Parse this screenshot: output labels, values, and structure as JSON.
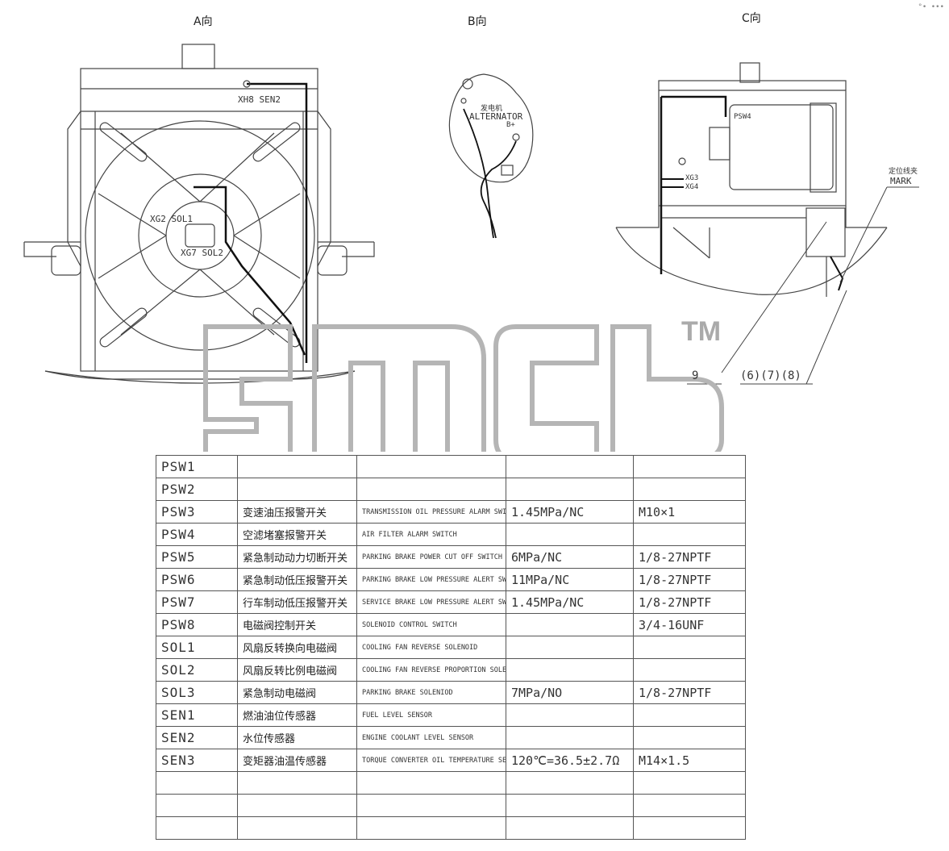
{
  "corner_mark": "°• •••",
  "views": {
    "a": {
      "title": "A向",
      "labels": {
        "xh8": "XH8 SEN2",
        "xg2": "XG2 SOL1",
        "xg7": "XG7 SOL2"
      }
    },
    "b": {
      "title": "B向",
      "labels": {
        "cn": "发电机",
        "en": "ALTERNATOR",
        "bplus": "B+"
      }
    },
    "c": {
      "title": "C向",
      "labels": {
        "psw4": "PSW4",
        "xg3": "XG3",
        "xg4": "XG4",
        "mark_cn": "定位线夹",
        "mark_en": "MARK"
      }
    }
  },
  "callouts": {
    "item9": "9",
    "items": "(6)(7)(8)"
  },
  "watermark": {
    "text": "TM"
  },
  "table": {
    "rows": [
      {
        "code": "PSW1",
        "cn": "",
        "en": "",
        "spec": "",
        "thread": ""
      },
      {
        "code": "PSW2",
        "cn": "",
        "en": "",
        "spec": "",
        "thread": ""
      },
      {
        "code": "PSW3",
        "cn": "变速油压报警开关",
        "en": "TRANSMISSION OIL PRESSURE ALARM SWITCH",
        "spec": "1.45MPa/NC",
        "thread": "M10×1"
      },
      {
        "code": "PSW4",
        "cn": "空滤堵塞报警开关",
        "en": "AIR FILTER ALARM SWITCH",
        "spec": "",
        "thread": ""
      },
      {
        "code": "PSW5",
        "cn": "紧急制动动力切断开关",
        "en": "PARKING BRAKE POWER CUT OFF SWITCH",
        "spec": "6MPa/NC",
        "thread": "1/8-27NPTF"
      },
      {
        "code": "PSW6",
        "cn": "紧急制动低压报警开关",
        "en": "PARKING BRAKE LOW PRESSURE ALERT SWITCH",
        "spec": "11MPa/NC",
        "thread": "1/8-27NPTF"
      },
      {
        "code": "PSW7",
        "cn": "行车制动低压报警开关",
        "en": "SERVICE BRAKE LOW PRESSURE ALERT SWITCH",
        "spec": "1.45MPa/NC",
        "thread": "1/8-27NPTF"
      },
      {
        "code": "PSW8",
        "cn": "电磁阀控制开关",
        "en": "SOLENOID CONTROL SWITCH",
        "spec": "",
        "thread": "3/4-16UNF"
      },
      {
        "code": "SOL1",
        "cn": "风扇反转换向电磁阀",
        "en": "COOLING FAN REVERSE SOLENOID",
        "spec": "",
        "thread": ""
      },
      {
        "code": "SOL2",
        "cn": "风扇反转比例电磁阀",
        "en": "COOLING FAN REVERSE PROPORTION SOLENIOD",
        "spec": "",
        "thread": ""
      },
      {
        "code": "SOL3",
        "cn": "紧急制动电磁阀",
        "en": "PARKING BRAKE SOLENIOD",
        "spec": "7MPa/NO",
        "thread": "1/8-27NPTF"
      },
      {
        "code": "SEN1",
        "cn": "燃油油位传感器",
        "en": "FUEL LEVEL SENSOR",
        "spec": "",
        "thread": ""
      },
      {
        "code": "SEN2",
        "cn": "水位传感器",
        "en": "ENGINE COOLANT LEVEL SENSOR",
        "spec": "",
        "thread": ""
      },
      {
        "code": "SEN3",
        "cn": "变矩器油温传感器",
        "en": "TORQUE CONVERTER OIL TEMPERATURE SENSOR",
        "spec": "120℃=36.5±2.7Ω",
        "thread": "M14×1.5"
      },
      {
        "code": "",
        "cn": "",
        "en": "",
        "spec": "",
        "thread": ""
      },
      {
        "code": "",
        "cn": "",
        "en": "",
        "spec": "",
        "thread": ""
      },
      {
        "code": "",
        "cn": "",
        "en": "",
        "spec": "",
        "thread": ""
      }
    ]
  }
}
